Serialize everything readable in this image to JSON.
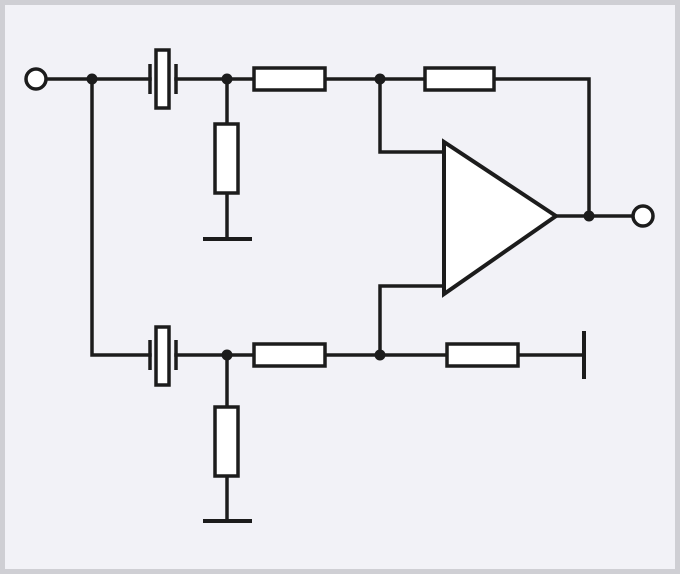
{
  "diagram": {
    "kind": "circuit-schematic",
    "colors": {
      "background": "#f2f2f7",
      "frame": "#cfcfd4",
      "stroke": "#1c1c1c",
      "component_fill": "#ffffff",
      "node": "#1c1c1c"
    },
    "components": {
      "input_terminal": "open-circle-terminal",
      "output_terminal": "open-circle-terminal",
      "capacitors": [
        "piezo-crystal-top",
        "piezo-crystal-bottom"
      ],
      "resistors": [
        "resistor-shunt-top",
        "resistor-series-top",
        "resistor-feedback",
        "resistor-shunt-bottom",
        "resistor-series-bottom",
        "resistor-reference"
      ],
      "amplifier": "op-amp-triangle",
      "grounds": [
        "ground-top-shunt",
        "ground-bottom-shunt",
        "ground-reference"
      ]
    }
  }
}
